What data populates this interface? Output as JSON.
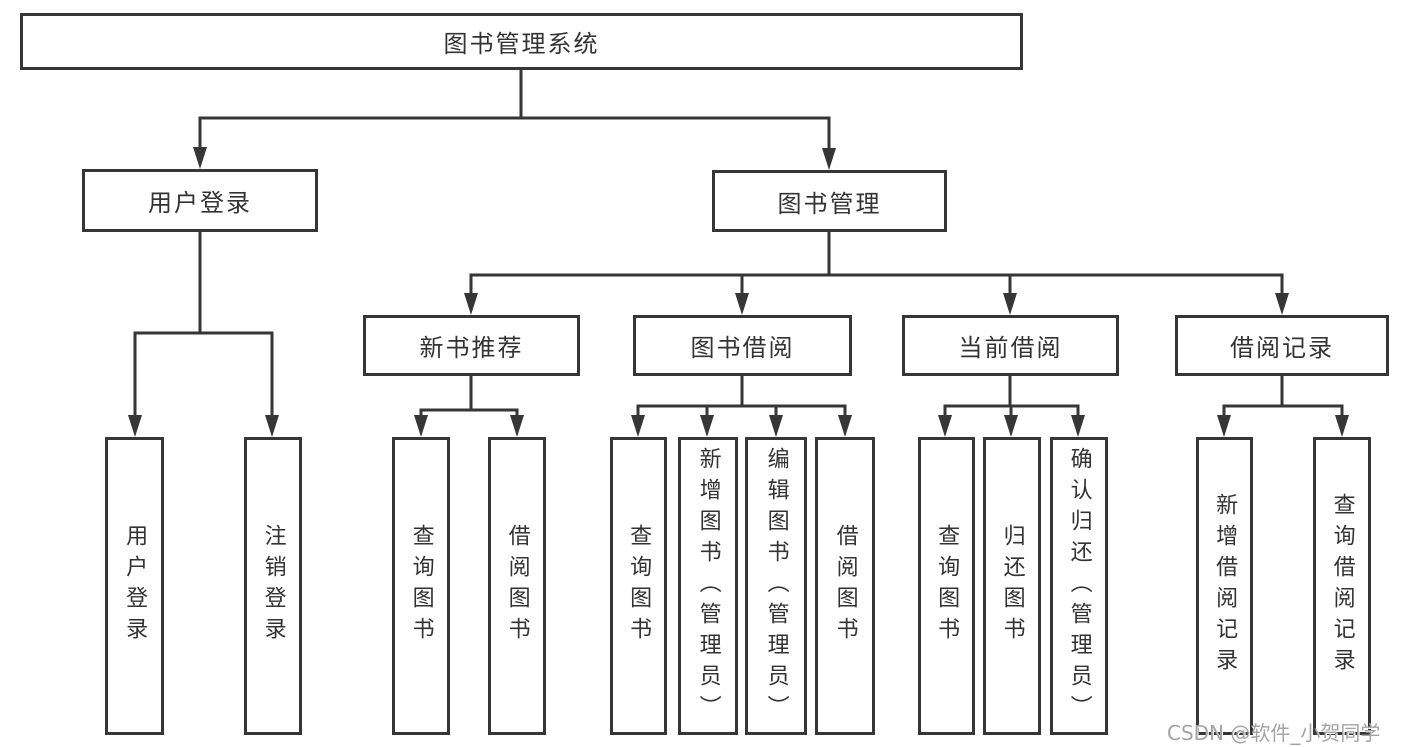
{
  "nodes": {
    "root": "图书管理系统",
    "user_login": "用户登录",
    "book_mgmt": "图书管理",
    "new_books": "新书推荐",
    "book_borrow": "图书借阅",
    "current_borrow": "当前借阅",
    "borrow_records": "借阅记录"
  },
  "leaves": {
    "user_login": [
      "用户登录",
      "注销登录"
    ],
    "new_books": [
      "查询图书",
      "借阅图书"
    ],
    "book_borrow": [
      "查询图书",
      "新增图书（管理员）",
      "编辑图书（管理员）",
      "借阅图书"
    ],
    "current_borrow": [
      "查询图书",
      "归还图书",
      "确认归还（管理员）"
    ],
    "borrow_records": [
      "新增借阅记录",
      "查询借阅记录"
    ]
  },
  "watermark": "CSDN @软件_小贺同学",
  "colors": {
    "line": "#363636",
    "text": "#333333",
    "watermark": "#a3a3a3",
    "background": "#ffffff"
  }
}
